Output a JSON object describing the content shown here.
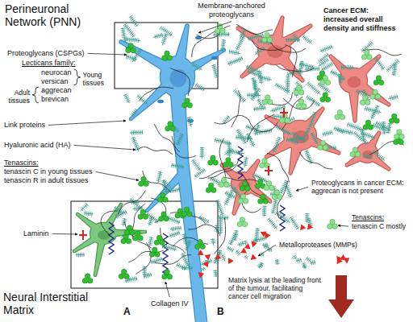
{
  "diagram": {
    "labels": [
      "Perineuronal Network (PNN)",
      "Membrane-anchored proteoglycans",
      "Cancer ECM: increased overall density and stiffness",
      "Proteoglycans (CSPGs)",
      "Lecticans family:",
      "neurocan",
      "versican",
      "aggrecan",
      "brevican",
      "Young tissues",
      "Adult tissues",
      "Link proteins",
      "Hyaluronic acid (HA)",
      "Tenascins:",
      "tenascin C in young tissues",
      "tenascin R in adult tissues",
      "Laminin",
      "Neural Interstitial Matrix",
      "Collagen IV",
      "A",
      "B",
      "Proteoglycans in cancer ECM: aggrecan is not present",
      "Tenascins:",
      "tenascin C mostly",
      "Metalloproteases (MMPs)",
      "Matrix lysis at the leading front of the tumour, facilitating cancer cell migration"
    ]
  }
}
